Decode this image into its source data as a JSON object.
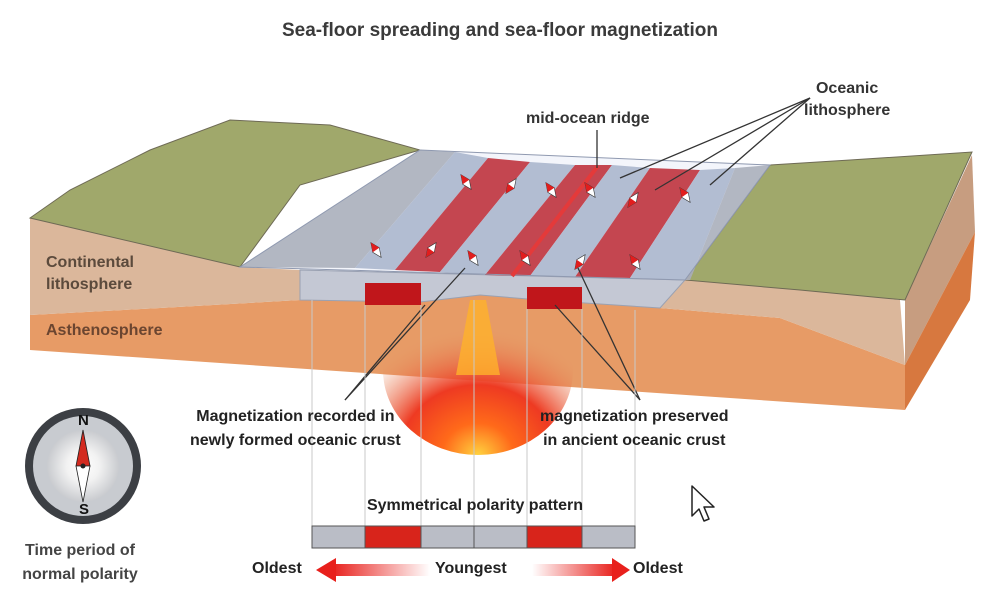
{
  "title": "Sea-floor spreading and sea-floor magnetization",
  "labels": {
    "ridge": "mid-ocean ridge",
    "oceanic_line1": "Oceanic",
    "oceanic_line2": "lithosphere",
    "continental_line1": "Continental",
    "continental_line2": "lithosphere",
    "asthenosphere": "Asthenosphere",
    "mag_new_line1": "Magnetization recorded in",
    "mag_new_line2": "newly formed oceanic crust",
    "mag_old_line1": "magnetization preserved",
    "mag_old_line2": "in ancient oceanic crust"
  },
  "polarity_pattern": {
    "title": "Symmetrical polarity pattern",
    "stripes": [
      "reversed",
      "normal",
      "reversed",
      "reversed",
      "normal",
      "reversed"
    ],
    "oldest_left": "Oldest",
    "youngest": "Youngest",
    "oldest_right": "Oldest"
  },
  "compass": {
    "north": "N",
    "south": "S",
    "caption_line1": "Time period of",
    "caption_line2": "normal polarity"
  },
  "colors": {
    "normal_polarity": "#c0161b",
    "reversed_polarity": "#a9b4c9",
    "continental_surface": "#9ea76b",
    "continental_crust": "#d9b99e",
    "asthenosphere": "#e59a67",
    "magma": "#f04a1c"
  },
  "icons": {
    "cursor": "mouse-pointer-icon",
    "compass": "compass-icon"
  }
}
